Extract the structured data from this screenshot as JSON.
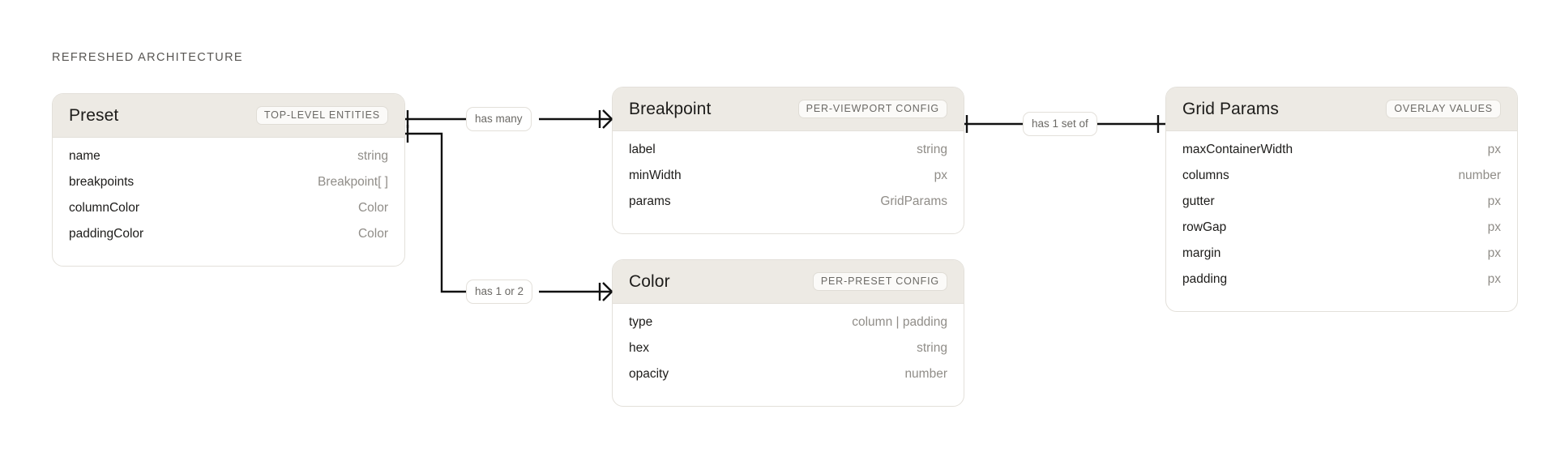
{
  "caption": "REFRESHED ARCHITECTURE",
  "entities": [
    {
      "id": "preset",
      "title": "Preset",
      "badge": "TOP-LEVEL ENTITIES",
      "fields": [
        {
          "name": "name",
          "type": "string"
        },
        {
          "name": "breakpoints",
          "type": "Breakpoint[ ]"
        },
        {
          "name": "columnColor",
          "type": "Color"
        },
        {
          "name": "paddingColor",
          "type": "Color"
        }
      ]
    },
    {
      "id": "breakpoint",
      "title": "Breakpoint",
      "badge": "PER-VIEWPORT CONFIG",
      "fields": [
        {
          "name": "label",
          "type": "string"
        },
        {
          "name": "minWidth",
          "type": "px"
        },
        {
          "name": "params",
          "type": "GridParams"
        }
      ]
    },
    {
      "id": "gridparams",
      "title": "Grid Params",
      "badge": "OVERLAY VALUES",
      "fields": [
        {
          "name": "maxContainerWidth",
          "type": "px"
        },
        {
          "name": "columns",
          "type": "number"
        },
        {
          "name": "gutter",
          "type": "px"
        },
        {
          "name": "rowGap",
          "type": "px"
        },
        {
          "name": "margin",
          "type": "px"
        },
        {
          "name": "padding",
          "type": "px"
        }
      ]
    },
    {
      "id": "color",
      "title": "Color",
      "badge": "PER-PRESET CONFIG",
      "fields": [
        {
          "name": "type",
          "type": "column | padding"
        },
        {
          "name": "hex",
          "type": "string"
        },
        {
          "name": "opacity",
          "type": "number"
        }
      ]
    }
  ],
  "relationships": [
    {
      "id": "preset-breakpoint",
      "label": "has many",
      "from": "Preset",
      "to": "Breakpoint"
    },
    {
      "id": "breakpoint-gridparams",
      "label": "has 1 set of",
      "from": "Breakpoint",
      "to": "Grid Params"
    },
    {
      "id": "preset-color",
      "label": "has 1 or 2",
      "from": "Preset",
      "to": "Color"
    }
  ],
  "colors": {
    "background": "#ffffff",
    "card_header": "#edeae4",
    "card_border": "#e3e0da",
    "text_primary": "#1d1c1a",
    "text_muted": "#908d88",
    "line": "#111111"
  }
}
